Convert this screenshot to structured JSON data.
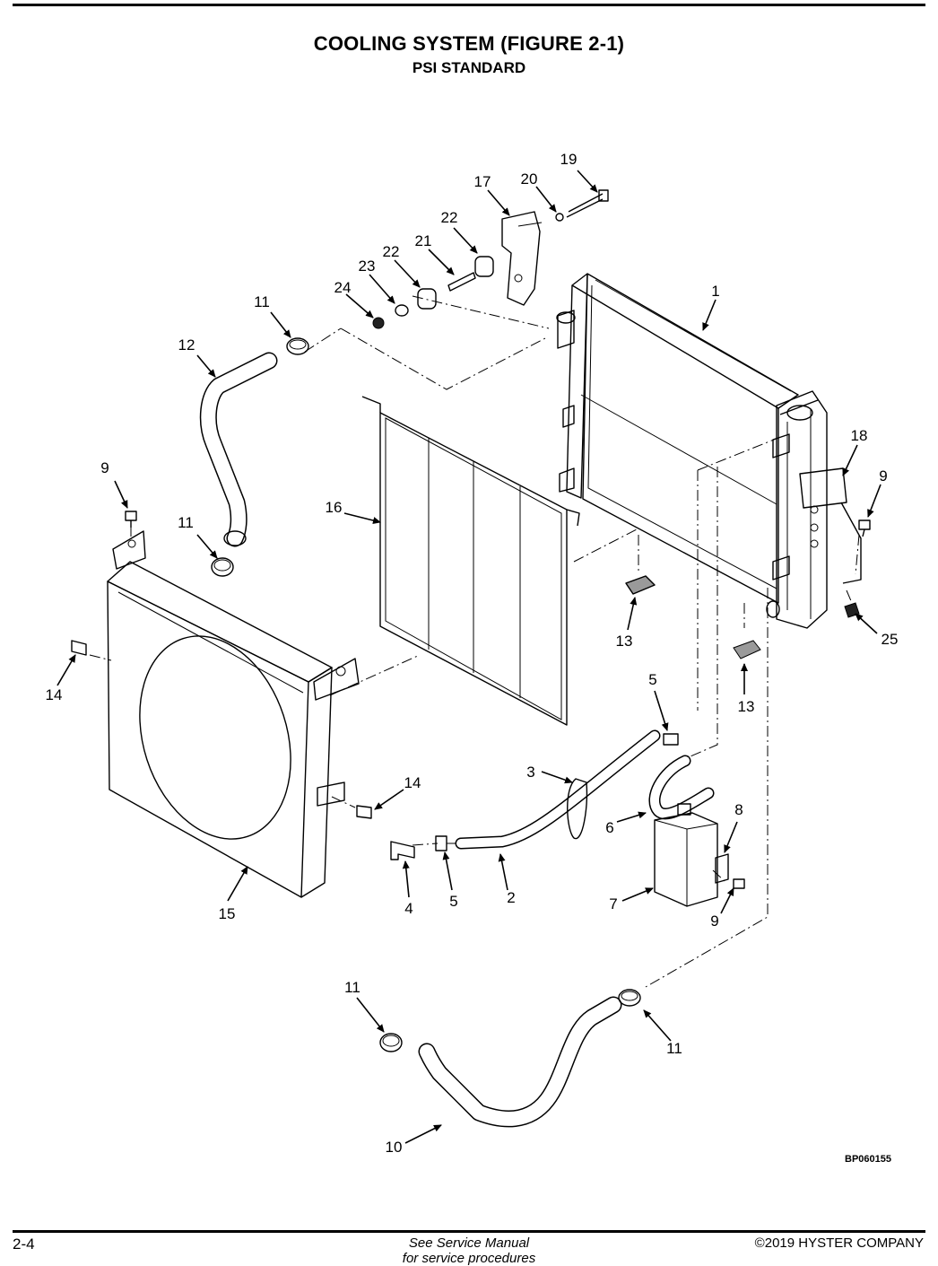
{
  "header": {
    "title": "COOLING SYSTEM (FIGURE 2-1)",
    "subtitle": "PSI STANDARD"
  },
  "figure_code": "BP060155",
  "footer": {
    "page_number": "2-4",
    "note": "See Service Manual",
    "note_line2": "for service procedures",
    "copyright": "©2019 HYSTER COMPANY"
  },
  "callouts": [
    "1",
    "2",
    "3",
    "4",
    "5",
    "5",
    "6",
    "7",
    "8",
    "9",
    "9",
    "9",
    "10",
    "11",
    "11",
    "11",
    "11",
    "12",
    "13",
    "13",
    "14",
    "14",
    "15",
    "16",
    "17",
    "18",
    "19",
    "20",
    "21",
    "22",
    "22",
    "23",
    "24",
    "25"
  ]
}
